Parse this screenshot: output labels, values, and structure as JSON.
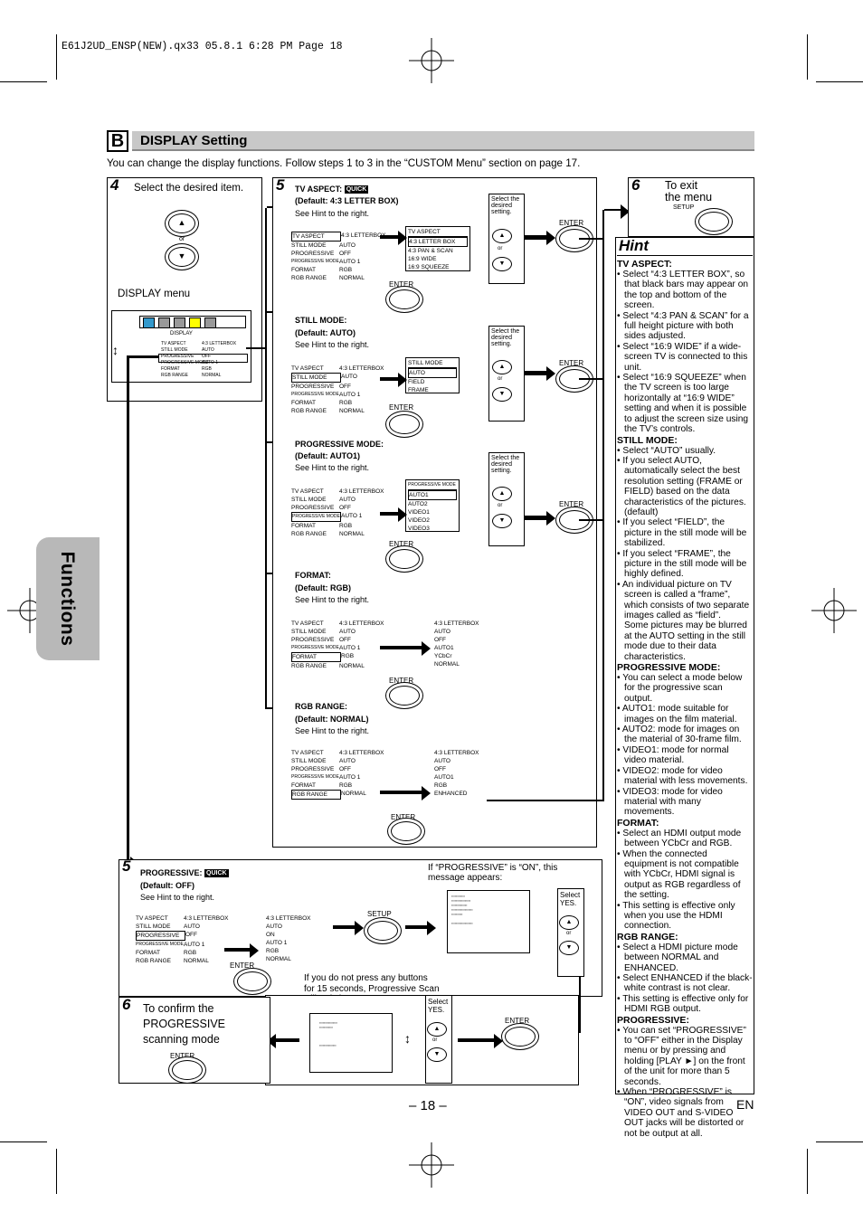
{
  "file_header": "E61J2UD_ENSP(NEW).qx33  05.8.1  6:28 PM  Page 18",
  "section": {
    "letter": "B",
    "title": "DISPLAY Setting"
  },
  "intro": "You can change the display functions. Follow steps 1 to 3 in the “CUSTOM Menu” section on page 17.",
  "side_tab": "Functions",
  "step4": {
    "num": "4",
    "text": "Select the desired item.",
    "menu_label": "DISPLAY menu",
    "or": "or",
    "mini_title": "DISPLAY"
  },
  "menu_rows": [
    {
      "item": "TV ASPECT",
      "value": "4:3 LETTERBOX"
    },
    {
      "item": "STILL MODE",
      "value": "AUTO"
    },
    {
      "item": "PROGRESSIVE",
      "value": "OFF"
    },
    {
      "item": "PROGRESSIVE MODE",
      "value": "AUTO 1"
    },
    {
      "item": "FORMAT",
      "value": "RGB"
    },
    {
      "item": "RGB RANGE",
      "value": "NORMAL"
    }
  ],
  "step5": {
    "num": "5"
  },
  "quick": "QUICK",
  "select_setting": "Select the desired setting.",
  "enter": "ENTER",
  "setup": "SETUP",
  "or": "or",
  "see_hint": "See Hint to the right.",
  "subs": [
    {
      "name": "TV ASPECT:",
      "default": "(Default: 4:3 LETTER BOX)",
      "quick": true,
      "menu_label": "TV ASPECT",
      "options": [
        "4:3 LETTER BOX",
        "4:3 PAN & SCAN",
        "16:9 WIDE",
        "16:9 SQUEEZE"
      ]
    },
    {
      "name": "STILL MODE:",
      "default": "(Default: AUTO)",
      "quick": false,
      "menu_label": "STILL MODE",
      "options": [
        "AUTO",
        "FIELD",
        "FRAME"
      ]
    },
    {
      "name": "PROGRESSIVE MODE:",
      "default": "(Default: AUTO1)",
      "quick": false,
      "menu_label": "PROGRESSIVE MODE",
      "options": [
        "AUTO1",
        "AUTO2",
        "VIDEO1",
        "VIDEO2",
        "VIDEO3"
      ]
    },
    {
      "name": "FORMAT:",
      "default": "(Default: RGB)",
      "quick": false,
      "result": [
        "4:3 LETTERBOX",
        "AUTO",
        "OFF",
        "AUTO1",
        "YCbCr",
        "NORMAL"
      ]
    },
    {
      "name": "RGB RANGE:",
      "default": "(Default: NORMAL)",
      "quick": false,
      "result": [
        "4:3 LETTERBOX",
        "AUTO",
        "OFF",
        "AUTO1",
        "RGB",
        "ENHANCED"
      ]
    }
  ],
  "step6": {
    "num": "6",
    "text1": "To exit",
    "text2": "the menu"
  },
  "prog": {
    "num": "5",
    "name": "PROGRESSIVE:",
    "default": "(Default: OFF)",
    "result": [
      "4:3 LETTERBOX",
      "AUTO",
      "ON",
      "AUTO 1",
      "RGB",
      "NORMAL"
    ],
    "on_msg": "If “PROGRESSIVE” is “ON”, this message appears:",
    "select_yes": "Select YES.",
    "no_press": "If you do not press any buttons for 15 seconds, Progressive Scan will switch to “OFF”."
  },
  "step6b": {
    "num": "6",
    "text": "To confirm the PROGRESSIVE scanning mode"
  },
  "hint_title": "Hint",
  "hint": {
    "tv_h": "TV ASPECT:",
    "tv1": "• Select “4:3 LETTER BOX”, so that black bars may appear on the top and bottom of the screen.",
    "tv2": "• Select “4:3 PAN & SCAN” for a full height picture with both sides adjusted.",
    "tv3": "• Select “16:9 WIDE” if a wide-screen TV is connected to this unit.",
    "tv4": "• Select “16:9 SQUEEZE” when the TV screen is too large horizontally at “16:9 WIDE” setting and when it is possible to adjust the screen size using the TV’s controls.",
    "st_h": "STILL MODE:",
    "st1": "• Select “AUTO” usually.",
    "st2": "• If you select AUTO, automatically select the best resolution setting (FRAME or FIELD) based on the data characteristics of the pictures. (default)",
    "st3": "• If you select “FIELD”, the picture in the still mode will be stabilized.",
    "st4": "• If you select “FRAME”, the picture in the still mode will be highly defined.",
    "st5": "• An individual picture on TV screen is called a “frame”, which consists of two separate images called as “field”.",
    "st6": "Some pictures may be blurred at the AUTO setting in the still mode due to their data characteristics.",
    "pm_h": "PROGRESSIVE MODE:",
    "pm1": "• You can select a mode below for the progressive scan output.",
    "pm2": "• AUTO1: mode suitable for images on the film material.",
    "pm3": "• AUTO2: mode for images on the material of 30-frame film.",
    "pm4": "• VIDEO1: mode for normal video material.",
    "pm5": "• VIDEO2: mode for video material with less movements.",
    "pm6": "• VIDEO3: mode for video material with many movements.",
    "fm_h": "FORMAT:",
    "fm1": "• Select an HDMI output mode between YCbCr and RGB.",
    "fm2": "• When the connected equipment is not compatible with YCbCr, HDMI signal is output as RGB regardless of the setting.",
    "fm3": "• This setting is effective only when you use the HDMI connection.",
    "rg_h": "RGB RANGE:",
    "rg1": "• Select a HDMI picture mode between NORMAL and ENHANCED.",
    "rg2": "• Select ENHANCED if the black-white contrast is not clear.",
    "rg3": "• This setting is effective only for HDMI RGB output.",
    "pr_h": "PROGRESSIVE:",
    "pr1": "• You can set “PROGRESSIVE” to “OFF” either in the Display menu or by pressing and holding [PLAY ►] on the front of the unit for more than 5 seconds.",
    "pr2": "• When “PROGRESSIVE” is “ON”, video signals from VIDEO OUT and S-VIDEO OUT jacks will be distorted or not be output at all."
  },
  "page_number": "– 18 –",
  "lang": "EN"
}
